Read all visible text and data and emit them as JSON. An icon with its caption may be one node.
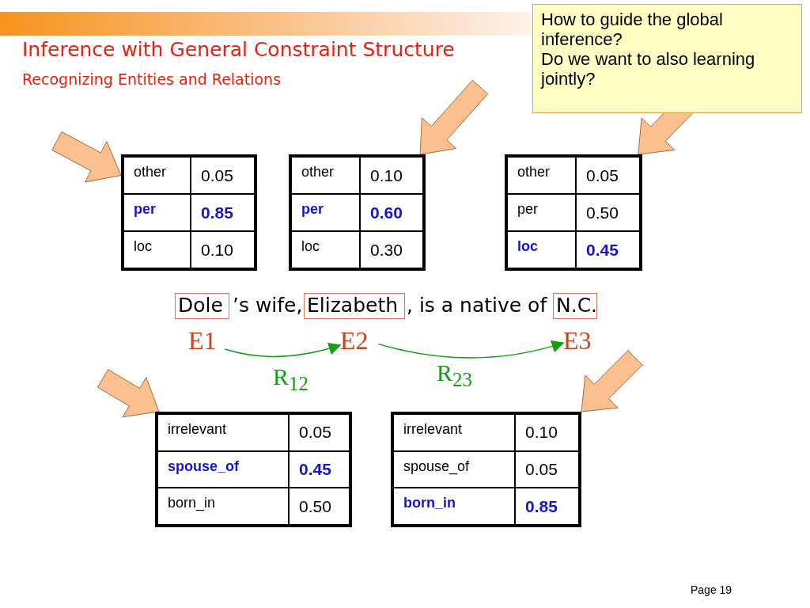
{
  "diagram": {
    "title": "Inference with General Constraint Structure",
    "nodes": [
      {
        "text": [
          "other",
          "0.05",
          "per",
          "0.85",
          "loc",
          "0.10"
        ]
      },
      {
        "text": [
          "other",
          "0.10",
          "per",
          "0.60",
          "loc",
          "0.30"
        ]
      },
      {
        "text": [
          "other",
          "0.05",
          "per",
          "0.50",
          "loc",
          "0.45"
        ]
      },
      {
        "text": [
          "Dole"
        ]
      },
      {
        "text": [
          "Elizabeth"
        ]
      },
      {
        "text": [
          "N.C."
        ]
      },
      {
        "text": [
          "E1"
        ]
      },
      {
        "text": [
          "E2"
        ]
      },
      {
        "text": [
          "E3"
        ]
      },
      {
        "text": [
          "irrelevant",
          "0.05",
          "spouse_of",
          "0.45",
          "born_in",
          "0.50"
        ]
      },
      {
        "text": [
          "irrelevant",
          "0.10",
          "spouse_of",
          "0.05",
          "born_in",
          "0.85"
        ]
      },
      {
        "text": [
          "How to guide the global inference?",
          "Do we want to also learning jointly?"
        ]
      }
    ],
    "edges": [
      {
        "from": null,
        "to": 0,
        "arrow": "to",
        "style": "thick",
        "color": "#fac090"
      },
      {
        "from": null,
        "to": 1,
        "arrow": "to",
        "style": "thick",
        "color": "#fac090"
      },
      {
        "from": null,
        "to": 2,
        "arrow": "to",
        "style": "thick",
        "color": "#fac090"
      },
      {
        "from": 6,
        "to": 7,
        "arrow": "to",
        "label": "R$_{12}$"
      },
      {
        "from": 7,
        "to": 8,
        "arrow": "to",
        "label": "R$_{23}$"
      },
      {
        "from": null,
        "to": 9,
        "arrow": "to",
        "style": "thick",
        "color": "#fac090"
      },
      {
        "from": null,
        "to": 10,
        "arrow": "to",
        "style": "thick",
        "color": "#fac090"
      }
    ],
    "labels": [
      "Recognizing Entities and Relations",
      "’s wife,",
      ", is a native of",
      "Page 19"
    ]
  }
}
